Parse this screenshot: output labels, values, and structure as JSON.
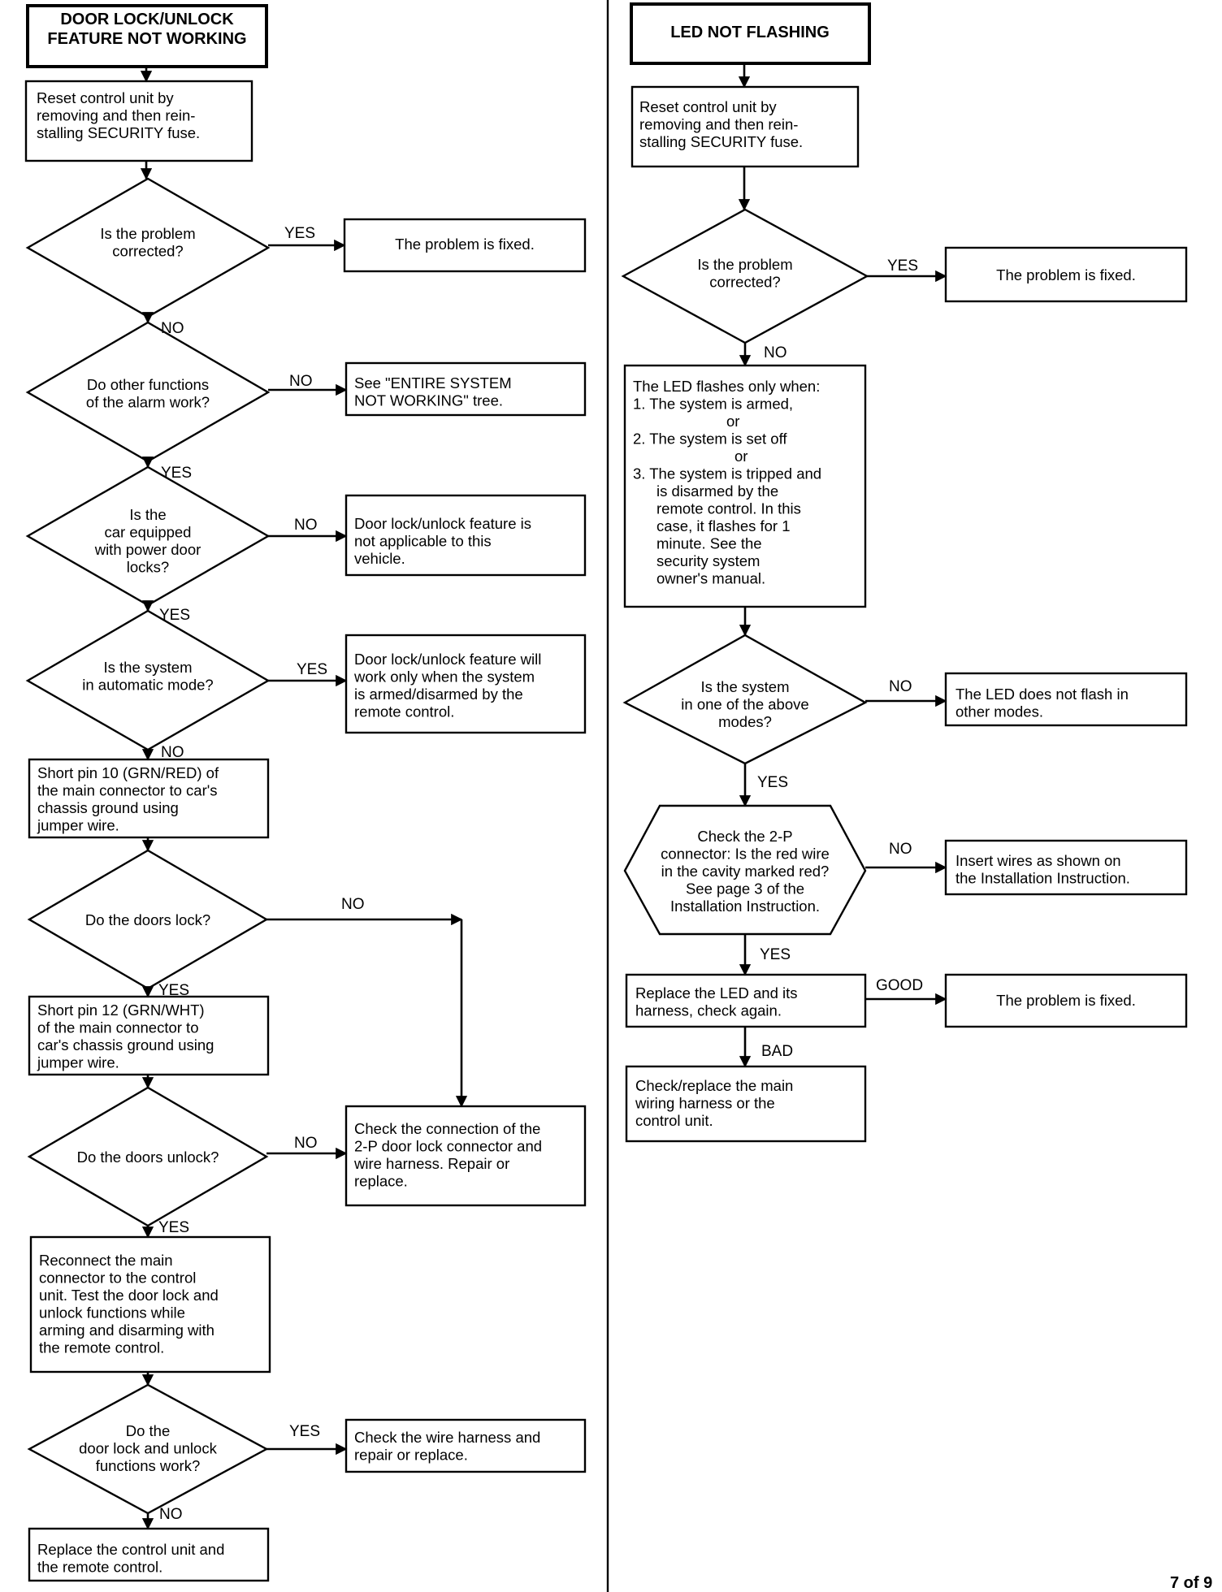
{
  "left_chart": {
    "title": [
      "DOOR LOCK/UNLOCK",
      "FEATURE NOT WORKING"
    ],
    "reset": [
      "Reset control unit by",
      "removing and then rein-",
      "stalling SECURITY fuse."
    ],
    "q_corrected": [
      "Is the problem",
      "corrected?"
    ],
    "fixed_1": "The problem is fixed.",
    "q_other_functions": [
      "Do other functions",
      "of the alarm work?"
    ],
    "see_entire": [
      "See \"ENTIRE SYSTEM",
      "NOT WORKING\" tree."
    ],
    "q_power_locks": [
      "Is the",
      "car equipped",
      "with power door",
      "locks?"
    ],
    "not_applicable": [
      "Door lock/unlock feature is",
      "not applicable to this",
      "vehicle."
    ],
    "q_automatic": [
      "Is the system",
      "in automatic mode?"
    ],
    "armed_only": [
      "Door lock/unlock feature will",
      "work only when the system",
      "is armed/disarmed by the",
      "remote control."
    ],
    "short_pin_10": [
      "Short pin 10 (GRN/RED) of",
      "the main connector to car's",
      "chassis ground using",
      "jumper wire."
    ],
    "q_doors_lock": [
      "Do the doors lock?"
    ],
    "short_pin_12": [
      "Short pin 12 (GRN/WHT)",
      "of the main connector to",
      "car's chassis ground using",
      "jumper wire."
    ],
    "q_doors_unlock": [
      "Do the doors unlock?"
    ],
    "check_connection": [
      "Check the connection of the",
      "2-P door lock connector and",
      "wire harness. Repair or",
      "replace."
    ],
    "reconnect": [
      "Reconnect the main",
      "connector to the control",
      "unit. Test the door lock and",
      "unlock functions while",
      "arming and disarming with",
      "the remote control."
    ],
    "q_lock_unlock_work": [
      "Do the",
      "door lock and unlock",
      "functions work?"
    ],
    "check_wire_harness": [
      "Check the wire harness and",
      "repair or replace."
    ],
    "replace_control": [
      "Replace the control unit and",
      "the remote control."
    ]
  },
  "right_chart": {
    "title": [
      "LED NOT FLASHING"
    ],
    "reset": [
      "Reset control unit by",
      "removing and then rein-",
      "stalling SECURITY fuse."
    ],
    "q_corrected": [
      "Is the problem",
      "corrected?"
    ],
    "fixed_1": "The problem is fixed.",
    "led_flashes": [
      "The LED flashes only when:",
      "1. The system is armed,",
      "or",
      "2. The system is set off",
      "or",
      "3. The system is tripped and",
      "is disarmed by the",
      "remote control. In this",
      "case, it flashes for 1",
      "minute. See the",
      "security system",
      "owner's manual."
    ],
    "q_modes": [
      "Is the system",
      "in one of the above",
      "modes?"
    ],
    "not_flash_other": [
      "The LED does not flash in",
      "other modes."
    ],
    "check_2p": [
      "Check the 2-P",
      "connector: Is the red wire",
      "in the cavity marked red?",
      "See page 3 of the",
      "Installation Instruction."
    ],
    "insert_wires": [
      "Insert wires as shown on",
      "the Installation Instruction."
    ],
    "replace_led": [
      "Replace the LED and its",
      "harness, check again."
    ],
    "fixed_2": "The problem is fixed.",
    "check_replace": [
      "Check/replace the main",
      "wiring harness or the",
      "control unit."
    ]
  },
  "edge_labels": {
    "yes": "YES",
    "no": "NO",
    "good": "GOOD",
    "bad": "BAD"
  },
  "page_number": "7 of 9"
}
